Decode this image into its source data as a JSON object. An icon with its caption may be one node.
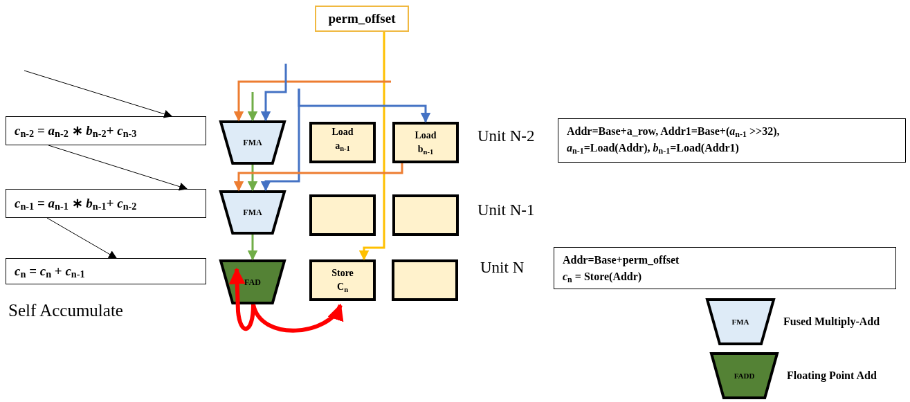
{
  "diagram": {
    "nodes": [
      {
        "text": [
          "perm_offset"
        ]
      },
      {
        "text": [
          "*c*$_{n-2}$ = *a*$_{n-2}$ ∗ *b*$_{n-2}$+ *c*$_{n-3}$"
        ]
      },
      {
        "text": [
          "*c*$_{n-1}$ = *a*$_{n-1}$ ∗ *b*$_{n-1}$+ *c*$_{n-2}$"
        ]
      },
      {
        "text": [
          "*c*$_{n}$ = *c*$_{n}$ + *c*$_{n-1}$"
        ]
      },
      {
        "text": [
          "FMA"
        ]
      },
      {
        "text": [
          "Load a$_{n-1}$"
        ]
      },
      {
        "text": [
          "Load b$_{n-1}$"
        ]
      },
      {
        "text": [
          "FMA"
        ]
      },
      {
        "text": [],
        "shape": "box"
      },
      {
        "text": [],
        "shape": "box"
      },
      {
        "text": [
          "FAD"
        ]
      },
      {
        "text": [
          "Store C$_{n}$"
        ]
      },
      {
        "text": [],
        "shape": "box"
      },
      {
        "text": [
          "Addr=Base+a_row, Addr1=Base+(*a*$_{n-1}$ >>32), *a*$_{n-1}$=Load(Addr), *b*$_{n-1}$=Load(Addr1)"
        ]
      },
      {
        "text": [
          "Addr=Base+perm_offset",
          "*c*$_{n}$ = Store(Addr)"
        ]
      },
      {
        "text": [
          "FMA"
        ],
        "beside": [
          "Fused Multiply-Add"
        ]
      },
      {
        "text": [
          "FADD"
        ],
        "beside": [
          "Floating Point Add"
        ]
      }
    ],
    "edges": [
      {
        "from": 0,
        "to": 11,
        "arrow": "to",
        "color": "#ffc000"
      },
      {
        "from": null,
        "to": 1,
        "arrow": "to"
      },
      {
        "from": 1,
        "to": 2,
        "arrow": "to"
      },
      {
        "from": 2,
        "to": 3,
        "arrow": "to"
      },
      {
        "from": null,
        "to": 4,
        "arrow": "to",
        "color": "#ed7d31"
      },
      {
        "from": null,
        "to": 4,
        "arrow": "to",
        "color": "#70ad47"
      },
      {
        "from": null,
        "to": 4,
        "arrow": "to",
        "color": "#4472c4"
      },
      {
        "from": null,
        "to": 6,
        "arrow": "to",
        "color": "#4472c4"
      },
      {
        "from": null,
        "to": 7,
        "arrow": "to",
        "color": "#4472c4"
      },
      {
        "from": 4,
        "to": 7,
        "arrow": "to",
        "color": "#70ad47"
      },
      {
        "from": 6,
        "to": 7,
        "arrow": "to",
        "color": "#ed7d31"
      },
      {
        "from": 7,
        "to": 10,
        "arrow": "to",
        "color": "#70ad47"
      },
      {
        "from": 10,
        "to": 10,
        "arrow": "to",
        "style": "thick",
        "color": "#ff0000"
      },
      {
        "from": 10,
        "to": 11,
        "arrow": "to",
        "style": "thick",
        "color": "#ff0000"
      }
    ],
    "labels": [
      "Unit N-2",
      "Unit N-1",
      "Unit N",
      "Self Accumulate"
    ]
  }
}
